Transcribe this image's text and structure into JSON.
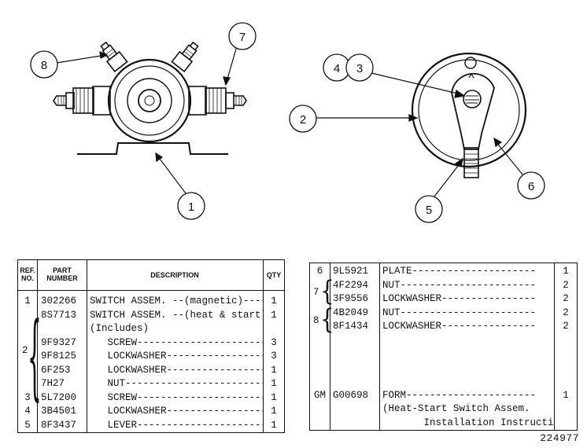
{
  "callouts": {
    "left_view": [
      "8",
      "7",
      "1"
    ],
    "right_view": [
      "4",
      "3",
      "2",
      "6",
      "5"
    ]
  },
  "left_table": {
    "headers": {
      "ref": "REF. NO.",
      "part": "PART NUMBER",
      "desc": "DESCRIPTION",
      "qty": "QTY"
    },
    "rows": [
      {
        "ref": "1",
        "part": "302266",
        "desc": "SWITCH ASSEM. --(magnetic)-----",
        "qty": "1"
      },
      {
        "ref": "",
        "part": "8S7713",
        "desc": "SWITCH ASSEM. --(heat & start)--",
        "qty": "1"
      },
      {
        "ref": "",
        "part": "",
        "desc": "(Includes)",
        "qty": ""
      },
      {
        "ref": "",
        "part": "9F9327",
        "desc": "   SCREW-----------------------",
        "qty": "3"
      },
      {
        "ref": "",
        "part": "9F8125",
        "desc": "   LOCKWASHER------------------",
        "qty": "3"
      },
      {
        "ref": "",
        "part": "6F253",
        "desc": "   LOCKWASHER------------------",
        "qty": "1"
      },
      {
        "ref": "",
        "part": "7H27",
        "desc": "   NUT-------------------------",
        "qty": "1"
      },
      {
        "ref": "3",
        "part": "5L7200",
        "desc": "   SCREW-----------------------",
        "qty": "1"
      },
      {
        "ref": "4",
        "part": "3B4501",
        "desc": "   LOCKWASHER------------------",
        "qty": "1"
      },
      {
        "ref": "5",
        "part": "8F3437",
        "desc": "   LEVER-----------------------",
        "qty": "1"
      }
    ],
    "group_ref": "2"
  },
  "right_table": {
    "rows": [
      {
        "ref": "6",
        "part": "9L5921",
        "desc": "PLATE---------------------",
        "qty": "1"
      },
      {
        "ref": "",
        "part": "4F2294",
        "desc": "NUT-----------------------",
        "qty": "2"
      },
      {
        "ref": "",
        "part": "3F9556",
        "desc": "LOCKWASHER----------------",
        "qty": "2"
      },
      {
        "ref": "",
        "part": "4B2049",
        "desc": "NUT-----------------------",
        "qty": "2"
      },
      {
        "ref": "",
        "part": "8F1434",
        "desc": "LOCKWASHER----------------",
        "qty": "2"
      },
      {
        "ref": "",
        "part": "",
        "desc": "",
        "qty": ""
      },
      {
        "ref": "",
        "part": "",
        "desc": "",
        "qty": ""
      },
      {
        "ref": "",
        "part": "",
        "desc": "",
        "qty": ""
      },
      {
        "ref": "",
        "part": "",
        "desc": "",
        "qty": ""
      },
      {
        "ref": "GM",
        "part": "G00698",
        "desc": "FORM----------------------",
        "qty": "1"
      },
      {
        "ref": "",
        "part": "",
        "desc": "(Heat-Start Switch Assem.",
        "qty": ""
      },
      {
        "ref": "",
        "part": "",
        "desc": "       Installation Instructions)",
        "qty": ""
      }
    ],
    "group7": "7",
    "group8": "8"
  },
  "figure_number": "224977"
}
